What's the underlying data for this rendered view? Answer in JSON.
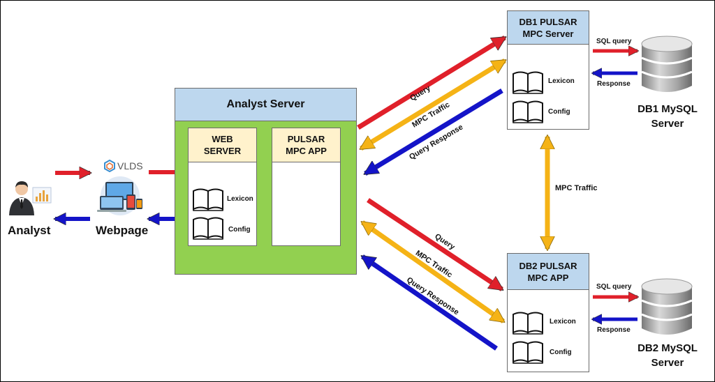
{
  "analyst": {
    "label": "Analyst"
  },
  "webpage": {
    "label": "Webpage",
    "brand": "VLDS"
  },
  "analyst_server": {
    "title": "Analyst Server",
    "web_server": {
      "line1": "WEB",
      "line2": "SERVER",
      "lexicon": "Lexicon",
      "config": "Config"
    },
    "pulsar_app": {
      "line1": "PULSAR",
      "line2": "MPC APP"
    }
  },
  "db1_pulsar": {
    "line1": "DB1 PULSAR",
    "line2": "MPC Server",
    "lexicon": "Lexicon",
    "config": "Config"
  },
  "db2_pulsar": {
    "line1": "DB2 PULSAR",
    "line2": "MPC APP",
    "lexicon": "Lexicon",
    "config": "Config"
  },
  "db1_mysql": {
    "line1": "DB1 MySQL",
    "line2": "Server",
    "sql_query": "SQL query",
    "response": "Response"
  },
  "db2_mysql": {
    "line1": "DB2 MySQL",
    "line2": "Server",
    "sql_query": "SQL query",
    "response": "Response"
  },
  "flows": {
    "upper_query": "Query",
    "upper_mpc": "MPC Traffic",
    "upper_response": "Query Response",
    "lower_query": "Query",
    "lower_mpc": "MPC Traffic",
    "lower_response": "Query Response",
    "vertical_mpc": "MPC Traffic"
  },
  "colors": {
    "query_arrow": "#e0202a",
    "response_arrow": "#1414c8",
    "mpc_arrow": "#f5b316",
    "header_blue": "#bdd7ee",
    "server_green": "#92d050",
    "panel_cream": "#fff2cc"
  }
}
